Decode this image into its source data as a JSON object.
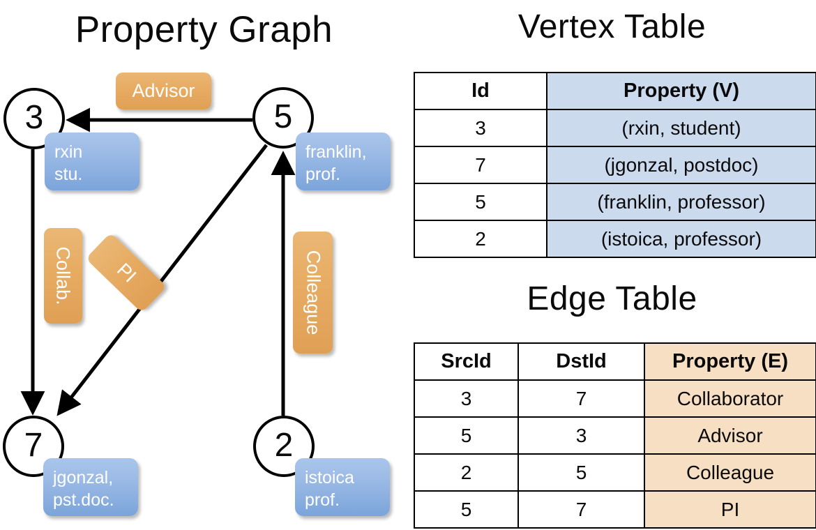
{
  "titles": {
    "property_graph": "Property Graph",
    "vertex_table": "Vertex Table",
    "edge_table": "Edge Table"
  },
  "colors": {
    "vertex_property_fill": "#ccdaee",
    "edge_property_fill": "#f7dfc4",
    "node_property_box": "#7ba4da",
    "edge_label_box": "#e7ab62",
    "stroke": "#000000"
  },
  "graph": {
    "nodes": [
      {
        "id": "3",
        "property_lines": [
          "rxin",
          "stu."
        ]
      },
      {
        "id": "5",
        "property_lines": [
          "franklin,",
          "prof."
        ]
      },
      {
        "id": "7",
        "property_lines": [
          "jgonzal,",
          "pst.doc."
        ]
      },
      {
        "id": "2",
        "property_lines": [
          "istoica",
          "prof."
        ]
      }
    ],
    "edge_labels": [
      {
        "name": "advisor",
        "text": "Advisor"
      },
      {
        "name": "collaborator",
        "text": "Collab."
      },
      {
        "name": "pi",
        "text": "PI"
      },
      {
        "name": "colleague",
        "text": "Colleague"
      }
    ]
  },
  "vertex_table": {
    "headers": [
      "Id",
      "Property (V)"
    ],
    "rows": [
      [
        "3",
        "(rxin, student)"
      ],
      [
        "7",
        "(jgonzal, postdoc)"
      ],
      [
        "5",
        "(franklin, professor)"
      ],
      [
        "2",
        "(istoica, professor)"
      ]
    ]
  },
  "edge_table": {
    "headers": [
      "SrcId",
      "DstId",
      "Property (E)"
    ],
    "rows": [
      [
        "3",
        "7",
        "Collaborator"
      ],
      [
        "5",
        "3",
        "Advisor"
      ],
      [
        "2",
        "5",
        "Colleague"
      ],
      [
        "5",
        "7",
        "PI"
      ]
    ]
  }
}
